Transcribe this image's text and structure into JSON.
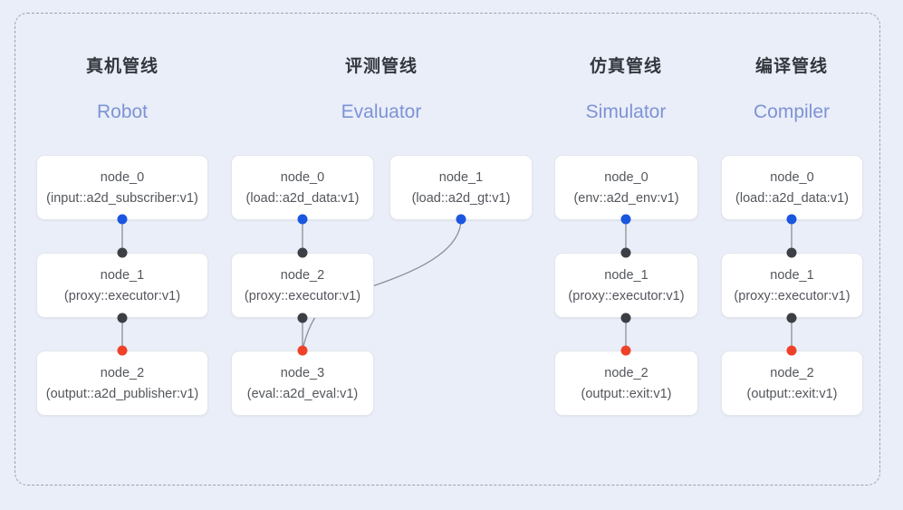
{
  "diagram": {
    "title_cn_headers": [
      "真机管线",
      "评测管线",
      "仿真管线",
      "编译管线"
    ],
    "columns": [
      {
        "id": "robot",
        "title_cn": "真机管线",
        "title_en": "Robot",
        "nodes": [
          {
            "name": "node_0",
            "spec": "(input::a2d_subscriber:v1)"
          },
          {
            "name": "node_1",
            "spec": "(proxy::executor:v1)"
          },
          {
            "name": "node_2",
            "spec": "(output::a2d_publisher:v1)"
          }
        ]
      },
      {
        "id": "evaluator",
        "title_cn": "评测管线",
        "title_en": "Evaluator",
        "nodes": [
          {
            "name": "node_0",
            "spec": "(load::a2d_data:v1)"
          },
          {
            "name": "node_1",
            "spec": "(load::a2d_gt:v1)"
          },
          {
            "name": "node_2",
            "spec": "(proxy::executor:v1)"
          },
          {
            "name": "node_3",
            "spec": "(eval::a2d_eval:v1)"
          }
        ]
      },
      {
        "id": "simulator",
        "title_cn": "仿真管线",
        "title_en": "Simulator",
        "nodes": [
          {
            "name": "node_0",
            "spec": "(env::a2d_env:v1)"
          },
          {
            "name": "node_1",
            "spec": "(proxy::executor:v1)"
          },
          {
            "name": "node_2",
            "spec": "(output::exit:v1)"
          }
        ]
      },
      {
        "id": "compiler",
        "title_cn": "编译管线",
        "title_en": "Compiler",
        "nodes": [
          {
            "name": "node_0",
            "spec": "(load::a2d_data:v1)"
          },
          {
            "name": "node_1",
            "spec": "(proxy::executor:v1)"
          },
          {
            "name": "node_2",
            "spec": "(output::exit:v1)"
          }
        ]
      }
    ],
    "colors": {
      "background": "#eaeef8",
      "frame_border": "#9aa2ac",
      "node_border": "#e3e6ec",
      "node_fill": "#ffffff",
      "node_text": "#53565c",
      "header_cn": "#33373d",
      "header_en": "#7d93d6",
      "port_out": "#1a56e0",
      "port_in": "#3c3f44",
      "port_final": "#ef4129",
      "edge": "#8b8f99"
    }
  }
}
